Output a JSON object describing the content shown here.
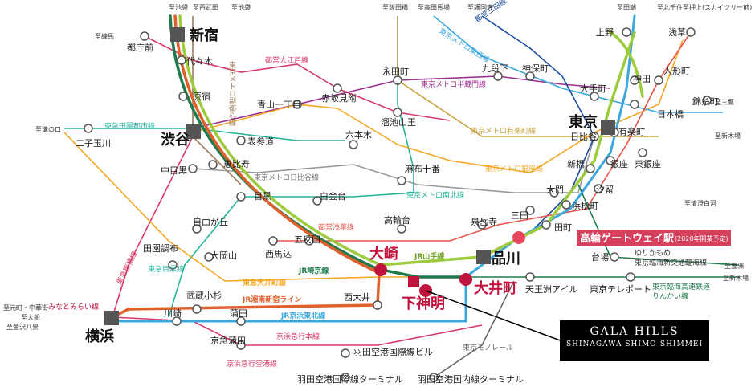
{
  "colors": {
    "yamanote": "#9ccc3c",
    "saikyo": "#1e7a4a",
    "shonan": "#e0602c",
    "keihin_tohoku": "#3aa7dd",
    "marunouchi": "#e83a3a",
    "ginza": "#f5a623",
    "hibiya": "#aaaaaa",
    "hanzomon": "#9b59b6",
    "namboku": "#24b39c",
    "toyoko": "#d63a66",
    "highlight": "#c0143c"
  },
  "stations": {
    "shinjuku": "新宿",
    "shibuya": "渋谷",
    "tokyo": "東京",
    "yokohama": "横浜",
    "shinagawa": "品川",
    "osaki": "大崎",
    "oimachi": "大井町",
    "shimoshinmei": "下神明",
    "takanawa": "高輪ゲートウェイ駅",
    "takanawa_note": "(2020年開業予定)",
    "tochomae": "都庁前",
    "yoyogi": "代々木",
    "harajuku": "原宿",
    "aoyama": "青山一丁目",
    "omotesando": "表参道",
    "ebisu": "恵比寿",
    "nakameguro": "中目黒",
    "meguro": "目黒",
    "shirokanedai": "白金台",
    "gotanda": "五反田",
    "jiyugaoka": "自由が丘",
    "denenchofu": "田園調布",
    "ookayama": "大岡山",
    "nishimagome": "西馬込",
    "futakotamagawa": "二子玉川",
    "akasakamitsuke": "赤坂見附",
    "roppongi": "六本木",
    "azabujuban": "麻布十番",
    "tameikesanno": "溜池山王",
    "nagatacho": "永田町",
    "kudanshita": "九段下",
    "jimbocho": "神保町",
    "otemachi": "大手町",
    "kanda": "神田",
    "ueno": "上野",
    "asakusa": "浅草",
    "ningyocho": "人形町",
    "kinshicho": "錦糸町",
    "nihombashi": "日本橋",
    "yurakucho": "有楽町",
    "hibiya": "日比谷",
    "ginza": "銀座",
    "higashiginza": "東銀座",
    "shimbashi": "新橋",
    "shiodome": "汐留",
    "daimon": "大門",
    "hamamatsucho": "浜松町",
    "mita": "三田",
    "tamachi": "田町",
    "sengakuji": "泉岳寺",
    "takanawadai": "高輪台",
    "daiba": "台場",
    "tennozu": "天王洲アイル",
    "teleport": "東京テレポート",
    "musashikosugi": "武蔵小杉",
    "kawasaki": "川崎",
    "kamata": "蒲田",
    "nishioi": "西大井",
    "keikyukamata": "京急蒲田",
    "haneda_intl_bldg": "羽田空港国際線ビル",
    "haneda_intl": "羽田空港国際線ターミナル",
    "haneda_dom": "羽田空港国内線ターミナル"
  },
  "lines": {
    "toei_oedo": "都営大江戸線",
    "fukutoshin": "東京メトロ副都心線",
    "denentoshi": "東急田園都市線",
    "hibiya": "東京メトロ日比谷線",
    "namboku": "東京メトロ南北線",
    "hanzomon": "東京メトロ半蔵門線",
    "yurakucho": "東京メトロ有楽町線",
    "ginza": "東京メトロ銀座線",
    "tozai": "東京メトロ東西線",
    "mita": "都営三田線",
    "asakusa": "都営浅草線",
    "meguro": "東急目黒線",
    "toyoko": "東急東横線",
    "oimachi": "東急大井町線",
    "saikyo": "JR埼京線",
    "yamanote": "JR山手線",
    "shonan": "JR湘南新宿ライン",
    "keihin": "JR京浜東北線",
    "minatomirai": "みなとみらい線",
    "keikyu": "京浜急行本線",
    "keikyu_airport": "京浜急行空港線",
    "monorail": "東京モノレール",
    "rinkai": "東京臨海高速鉄道りんかい線",
    "rinkai_1": "東京臨海高速鉄道",
    "rinkai_2": "りんかい線",
    "yurikamome_1": "ゆりかもめ",
    "yurikamome_2": "東京臨海新交通臨海線"
  },
  "destinations": {
    "ikebukuro1": "至池袋",
    "nishitakadanobaba": "至西武田",
    "ikebukuro2": "至池袋",
    "nerima": "至練馬",
    "mizonokuchi": "至溝の口",
    "iidabashi": "至飯田橋",
    "higashiko": "至高田馬場",
    "gokokuji": "至護国寺",
    "tabata": "至田端",
    "kitasenju": "至北千住",
    "oshiage": "至押上(スカイツリー前)",
    "mitaka": "至三鷹",
    "shinkiba1": "至新木場",
    "shinkiba2": "至新木場",
    "toyosu": "至豊洲",
    "shinkiba3": "至新木場",
    "motomachi": "至元町・中華街",
    "ofuna": "至大船",
    "kanazawa": "至金沢八景",
    "shiodomeland": "至清澄白河"
  },
  "callout": {
    "title": "GALA HILLS",
    "subtitle": "SHINAGAWA SHIMO-SHIMMEI"
  }
}
